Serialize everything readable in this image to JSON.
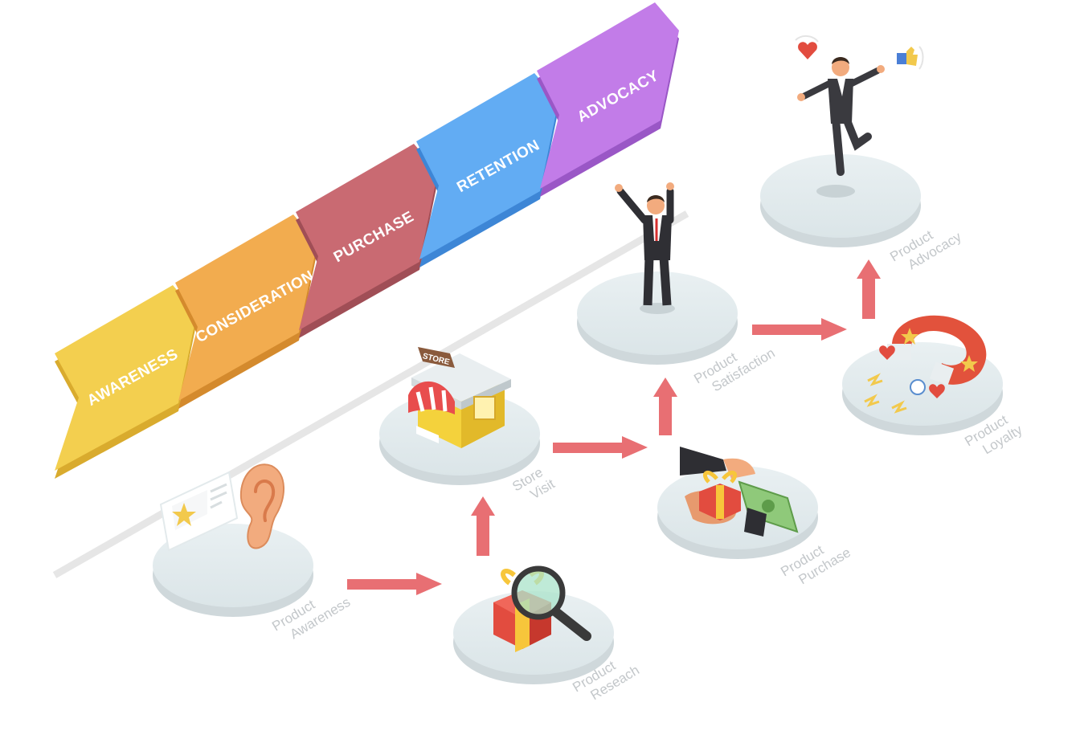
{
  "stages": [
    {
      "id": "awareness",
      "label": "AWARENESS",
      "color": "#f3cf4f",
      "side": "#d9ab2e"
    },
    {
      "id": "consideration",
      "label": "CONSIDERATION",
      "color": "#f2ac4f",
      "side": "#d48a2d"
    },
    {
      "id": "purchase",
      "label": "PURCHASE",
      "color": "#c96a72",
      "side": "#a04e56"
    },
    {
      "id": "retention",
      "label": "RETENTION",
      "color": "#62acf3",
      "side": "#3d86d6"
    },
    {
      "id": "advocacy",
      "label": "ADVOCACY",
      "color": "#c27ce8",
      "side": "#9a57c6"
    }
  ],
  "nodes": [
    {
      "id": "product-awareness",
      "line1": "Product",
      "line2": "Awareness",
      "icon": "ear-review-icon"
    },
    {
      "id": "product-research",
      "line1": "Product",
      "line2": "Reseach",
      "icon": "gift-magnifier-icon"
    },
    {
      "id": "store-visit",
      "line1": "Store",
      "line2": "Visit",
      "icon": "store-icon",
      "sign": "STORE"
    },
    {
      "id": "product-purchase",
      "line1": "Product",
      "line2": "Purchase",
      "icon": "hand-money-gift-icon"
    },
    {
      "id": "product-satisfaction",
      "line1": "Product",
      "line2": "Satisfaction",
      "icon": "happy-man-icon"
    },
    {
      "id": "product-loyalty",
      "line1": "Product",
      "line2": "Loyalty",
      "icon": "magnet-icon"
    },
    {
      "id": "product-advocacy",
      "line1": "Product",
      "line2": "Advocacy",
      "icon": "jumping-man-icon"
    }
  ],
  "colors": {
    "arrow": "#e86f73",
    "platform": "#e1eaec",
    "platform_side": "#cfd8db",
    "track": "#e6e6e6"
  }
}
